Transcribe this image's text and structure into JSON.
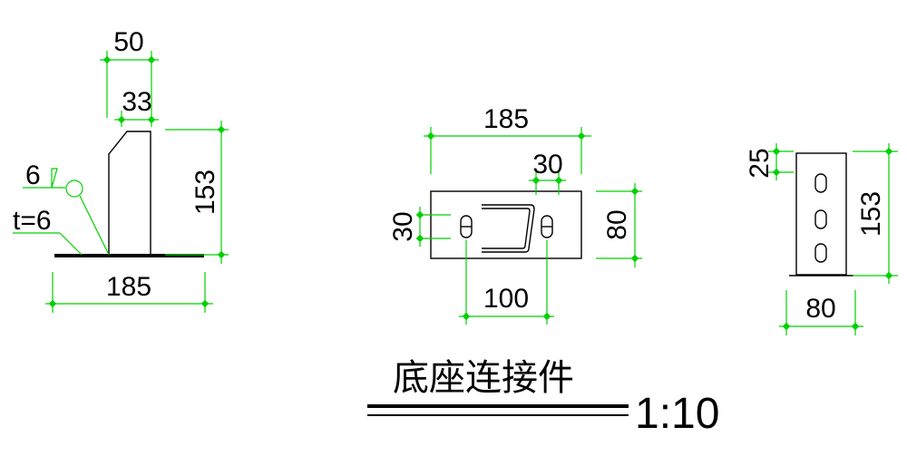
{
  "title": "底座连接件",
  "scale": "1:10",
  "side_view": {
    "top_width": "50",
    "inner_width": "33",
    "height": "153",
    "base_length": "185",
    "weld_size": "6",
    "thickness": "t=6"
  },
  "plan_view": {
    "length": "185",
    "slot_length": "30",
    "slot_width": "30",
    "width": "80",
    "hole_spacing": "100"
  },
  "end_view": {
    "top_offset": "25",
    "height": "153",
    "width": "80"
  }
}
